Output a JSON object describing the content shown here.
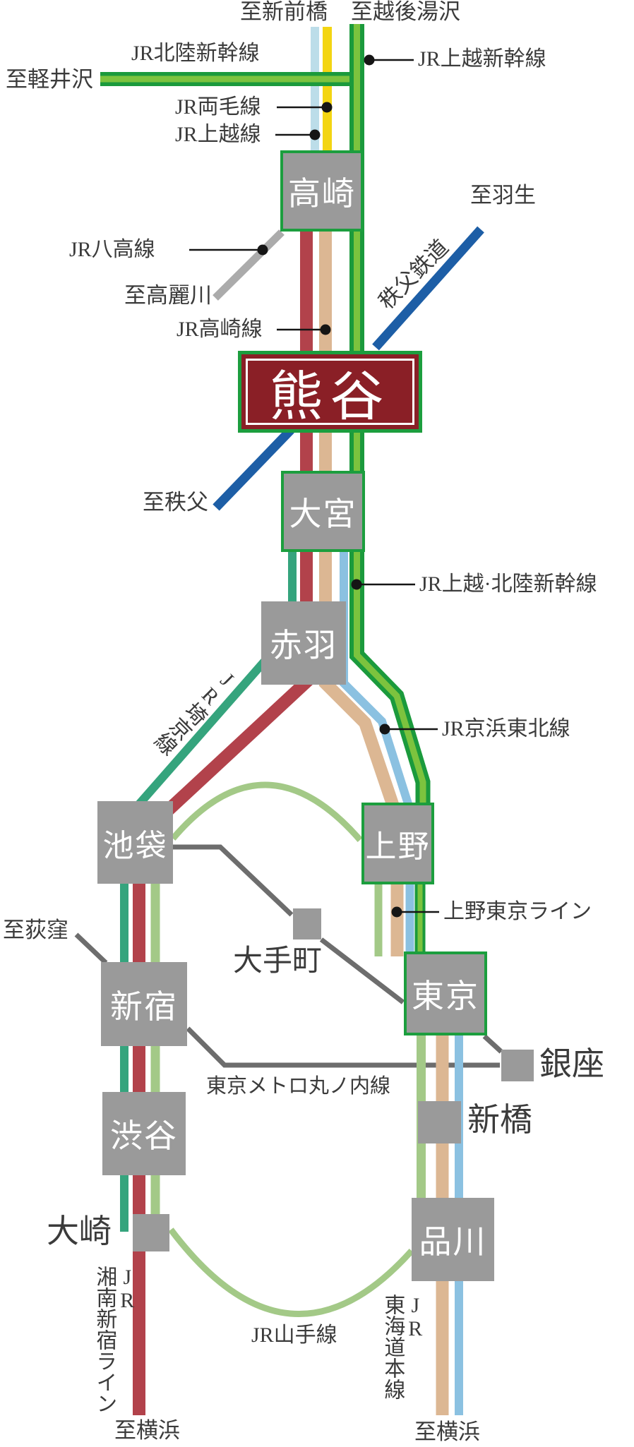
{
  "colors": {
    "station_gray": "#9a9a9a",
    "station_border_green": "#1c9e3e",
    "kumagaya_maroon": "#8a1f26",
    "shonan_red": "#b2424b",
    "takasaki_tan": "#dcb793",
    "saikyo_teal": "#35a47d",
    "yamanote_green": "#a3c987",
    "keihin_blue": "#8bc1e1",
    "joetsu_paleblue": "#bcdde9",
    "ryomo_yellow": "#f3d512",
    "shinkansen_dark": "#1b9a3c",
    "shinkansen_light": "#7cc33e",
    "chichibu_blue": "#1d5ea6",
    "hachiko_gray": "#ababab",
    "marunouchi_gray": "#6d6d6d",
    "label_text": "#3b3b3b",
    "callout_black": "#151515",
    "station_text": "#ffffff"
  },
  "stations": {
    "takasaki": "高崎",
    "kumagaya": "熊谷",
    "omiya": "大宮",
    "akabane": "赤羽",
    "ikebukuro": "池袋",
    "ueno": "上野",
    "shinjuku": "新宿",
    "tokyo": "東京",
    "shibuya": "渋谷",
    "otemachi": "大手町",
    "ginza": "銀座",
    "shimbashi": "新橋",
    "shinagawa": "品川",
    "osaki": "大崎"
  },
  "lines": {
    "hokuriku_shinkansen": "JR北陸新幹線",
    "joetsu_shinkansen": "JR上越新幹線",
    "ryomo": "JR両毛線",
    "joetsu": "JR上越線",
    "hachiko": "JR八高線",
    "takasaki_line": "JR高崎線",
    "chichibu_railway": "秩父鉄道",
    "joetsu_hokuriku_shinkansen": "JR上越·北陸新幹線",
    "saikyo": "JR埼京線",
    "keihin_tohoku": "JR京浜東北線",
    "ueno_tokyo": "上野東京ライン",
    "marunouchi": "東京メトロ丸ノ内線",
    "yamanote": "JR山手線",
    "shonan_shinjuku_prefix": "JR",
    "shonan_shinjuku": "湘南新宿ライン",
    "tokaido_prefix": "JR",
    "tokaido": "東海道本線"
  },
  "endpoints": {
    "shin_maebashi": "至新前橋",
    "echigo_yuzawa": "至越後湯沢",
    "karuizawa": "至軽井沢",
    "komagawa": "至高麗川",
    "hanyu": "至羽生",
    "chichibu": "至秩父",
    "ogikubo": "至荻窪",
    "yokohama_left": "至横浜",
    "yokohama_right": "至横浜"
  }
}
